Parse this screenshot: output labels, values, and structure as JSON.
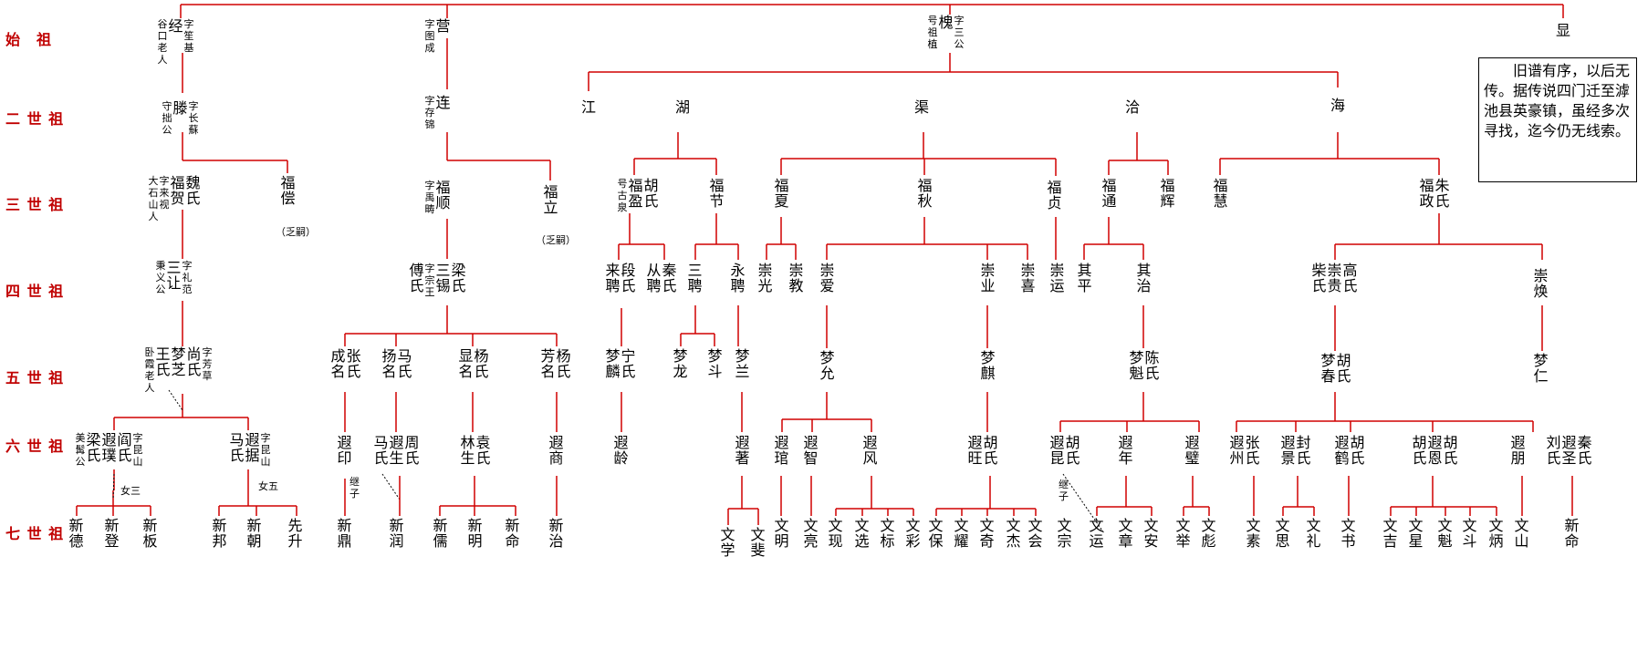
{
  "generations": [
    "始　祖",
    "二 世 祖",
    "三 世 祖",
    "四 世 祖",
    "五 世 祖",
    "六 世 祖",
    "七 世 祖"
  ],
  "note": "旧谱有序，以后无传。据传说四门迁至滹池县英豪镇，虽经多次寻找，迄今仍无线索。",
  "tags": {
    "fa1": "（乏嗣）",
    "fa2": "（乏嗣）",
    "nu3": "女三",
    "nu5": "女五",
    "jz1": "继子",
    "jz2": "继子"
  },
  "names": {
    "g1_jing": "经",
    "g1_jing_l": "谷口老人",
    "g1_jing_r": "字笙基",
    "g1_ying": "营",
    "g1_ying_l": "字图成",
    "g1_huai": "槐",
    "g1_huai_l": "号祖植",
    "g1_huai_r": "字三公",
    "g1_xian": "显",
    "g2_teng": "滕",
    "g2_teng_l": "守拙公",
    "g2_teng_r": "字长蘇",
    "g2_lian": "连",
    "g2_lian_l": "字存锦",
    "g2_jiang": "江",
    "g2_hu": "湖",
    "g2_qu": "渠",
    "g2_qia": "洽",
    "g2_hai": "海",
    "g3_fuhe": "福贺",
    "g3_fuhe_sp": "魏氏",
    "g3_fuhe_l": "大石山人",
    "g3_fuhe_l2": "字来视",
    "g3_fuchang": "福偿",
    "g3_fushun": "福顺",
    "g3_fushun_l": "字禹畴",
    "g3_fuli": "福立",
    "g3_fuying": "福盈",
    "g3_fuying_sp": "胡氏",
    "g3_fuying_l": "号古泉",
    "g3_fujie": "福节",
    "g3_fuxia": "福夏",
    "g3_fuqiu": "福秋",
    "g3_fuzhen": "福贞",
    "g3_futong": "福通",
    "g3_fuhui": "福辉",
    "g3_fuhui2": "福慧",
    "g3_fuzheng": "福政",
    "g3_fuzheng_sp": "朱氏",
    "g4_sanrang": "三让",
    "g4_sanrang_l": "秉义公",
    "g4_sanrang_r": "字礼范",
    "g4_sanxi": "三锡",
    "g4_sanxi_sp": "梁氏",
    "g4_sanxi_l": "傅氏",
    "g4_sanxi_l2": "字宗王",
    "g4_laipin": "来聘",
    "g4_duan": "段氏",
    "g4_congpin": "从聘",
    "g4_qin": "秦氏",
    "g4_sanpin": "三聘",
    "g4_yongpin": "永聘",
    "g4_chongguang": "崇光",
    "g4_chongjiao": "崇教",
    "g4_chongai": "崇爱",
    "g4_chongye": "崇业",
    "g4_chongxi": "崇喜",
    "g4_chongyun": "崇运",
    "g4_qiping": "其平",
    "g4_qizhi": "其治",
    "g4_chongui": "崇贵",
    "g4_chai": "柴氏",
    "g4_gao": "高氏",
    "g4_chonghuan": "崇焕",
    "g5_mengzhi": "梦芝",
    "g5_mengzhi_sp": "尚氏",
    "g5_mengzhi_r": "字芳草",
    "g5_mengzhi_l": "王氏",
    "g5_mengzhi_l2": "卧霞老人",
    "g5_chengming": "成名",
    "g5_zhang": "张氏",
    "g5_yangming": "扬名",
    "g5_ma": "马氏",
    "g5_xianming": "显名",
    "g5_yang": "杨氏",
    "g5_fangming": "芳名",
    "g5_yang2": "杨氏",
    "g5_menglin": "梦麟",
    "g5_ning": "宁氏",
    "g5_menglong": "梦龙",
    "g5_mengdou": "梦斗",
    "g5_menglan": "梦兰",
    "g5_mengyun": "梦允",
    "g5_mengqi": "梦麒",
    "g5_mengkui": "梦魁",
    "g5_chen": "陈氏",
    "g5_mengchun": "梦春",
    "g5_hu": "胡氏",
    "g5_mengren": "梦仁",
    "g6_xiapu": "遐璞",
    "g6_yan": "阎氏",
    "g6_liang": "梁氏",
    "g6_xiapu_r": "字昆山",
    "g6_xiapu_l": "美髯公",
    "g6_xiaju": "遐据",
    "g6_ma": "马氏",
    "g6_xiaju_r": "字昆山",
    "g6_xiayin": "遐印",
    "g6_xiasheng": "遐生",
    "g6_zhou": "周氏",
    "g6_ma2": "马氏",
    "g6_linsheng": "林生",
    "g6_yuan": "袁氏",
    "g6_xiashang": "遐商",
    "g6_xialing": "遐龄",
    "g6_xiazhu": "遐著",
    "g6_xiaguan": "遐琯",
    "g6_xiazhi": "遐智",
    "g6_xiafeng": "遐风",
    "g6_xiawang": "遐旺",
    "g6_hu": "胡氏",
    "g6_xiakun": "遐昆",
    "g6_hu2": "胡氏",
    "g6_xianian": "遐年",
    "g6_xiabi": "遐璧",
    "g6_xiazhou": "遐州",
    "g6_zhang": "张氏",
    "g6_xiajing": "遐景",
    "g6_feng": "封氏",
    "g6_xiahe": "遐鹤",
    "g6_hu3": "胡氏",
    "g6_xiaen": "遐恩",
    "g6_hu4": "胡氏",
    "g6_hu5": "胡氏",
    "g6_xiapeng": "遐朋",
    "g6_xiasheng2": "遐圣",
    "g6_qin": "秦氏",
    "g6_liu": "刘氏",
    "g7_xinde": "新德",
    "g7_xindeng": "新登",
    "g7_xinban": "新板",
    "g7_xinbang": "新邦",
    "g7_xinchao": "新朝",
    "g7_xiansheng": "先升",
    "g7_xinding": "新鼎",
    "g7_xinrun": "新润",
    "g7_xinru": "新儒",
    "g7_xinming": "新明",
    "g7_xinming2": "新命",
    "g7_xinzhi": "新治",
    "g7_wenxue": "文学",
    "g7_wenfei": "文斐",
    "g7_wenming": "文明",
    "g7_wenliang": "文亮",
    "g7_wenxian": "文现",
    "g7_wenxuan": "文选",
    "g7_wenbiao": "文标",
    "g7_wencai": "文彩",
    "g7_wenbao": "文保",
    "g7_wenyao": "文耀",
    "g7_wenqi": "文奇",
    "g7_wenjie": "文杰",
    "g7_wenhui": "文会",
    "g7_wenzong": "文宗",
    "g7_wenyun": "文运",
    "g7_wenzhang": "文章",
    "g7_wenan": "文安",
    "g7_wenju": "文举",
    "g7_wenbiao2": "文彪",
    "g7_wensu": "文素",
    "g7_wensi": "文思",
    "g7_wenli": "文礼",
    "g7_wenshu": "文书",
    "g7_wenji": "文吉",
    "g7_wenxing": "文星",
    "g7_wenkui": "文魁",
    "g7_wendou": "文斗",
    "g7_wenbing": "文炳",
    "g7_wenshan": "文山",
    "g7_xinming3": "新命"
  }
}
